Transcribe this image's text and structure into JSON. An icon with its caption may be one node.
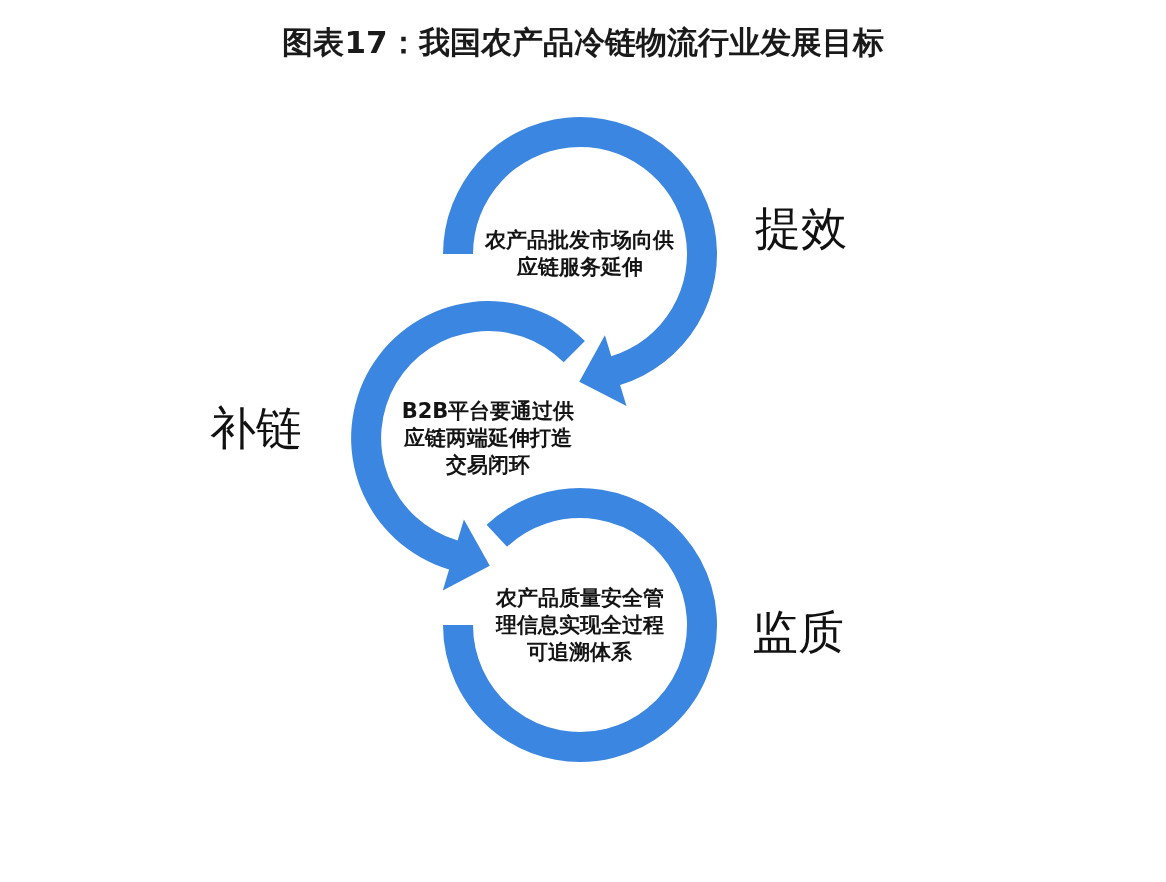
{
  "diagram": {
    "title": "图表17：我国农产品冷链物流行业发展目标",
    "nodes": [
      {
        "text": [
          "农产品批发市场向供应链服务延伸"
        ],
        "beside": [
          "提效"
        ]
      },
      {
        "text": [
          "B2B平台要通过供应链两端延伸打造交易闭环"
        ],
        "beside": [
          "补链"
        ]
      },
      {
        "text": [
          "农产品质量安全管理信息实现全过程可追溯体系"
        ],
        "beside": [
          "监质"
        ]
      }
    ],
    "edges": [
      {
        "from": 0,
        "to": 1,
        "arrow": "to"
      },
      {
        "from": 1,
        "to": 2,
        "arrow": "to"
      }
    ]
  }
}
